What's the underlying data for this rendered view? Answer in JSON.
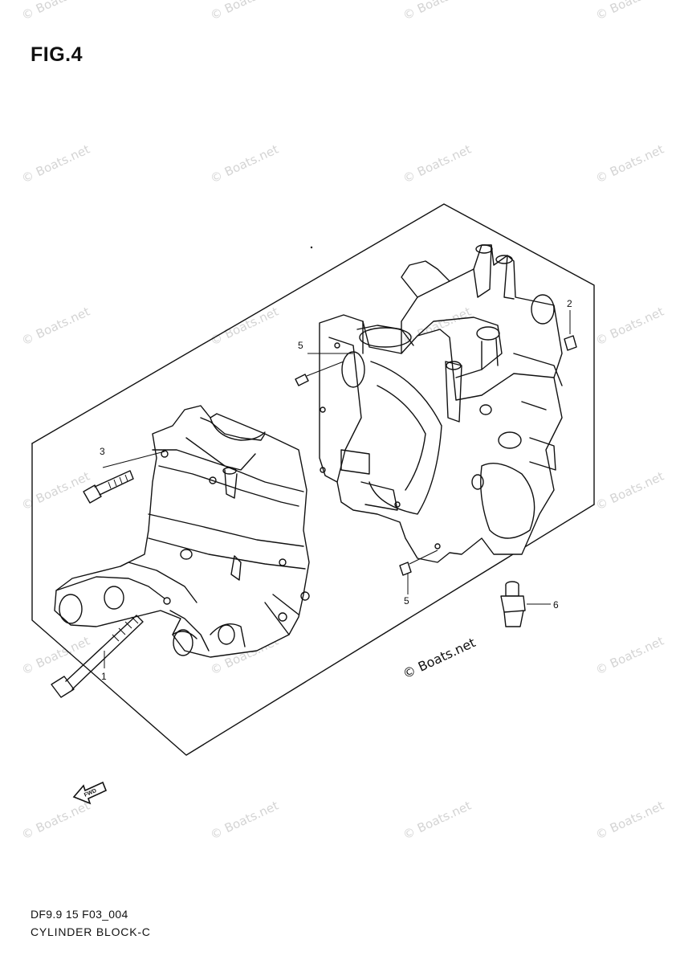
{
  "figure": {
    "title": "FIG.4"
  },
  "callouts": [
    "1",
    "2",
    "3",
    "5",
    "5",
    "6"
  ],
  "watermark": {
    "text": "© Boats.net",
    "center_text": "© Boats.net"
  },
  "fwd_label": "FWD",
  "footer": {
    "code": "DF9.9 15 F03_004",
    "caption": "CYLINDER BLOCK-C"
  }
}
